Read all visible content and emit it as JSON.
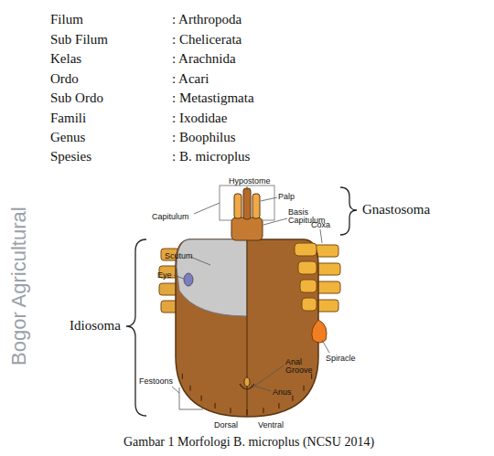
{
  "diagram": {
    "caption": "Gambar 1  Morfologi B. microplus (NCSU 2014)",
    "labels": [
      "Filum",
      "Sub Filum",
      "Kelas",
      "Ordo",
      "Sub Ordo",
      "Famili",
      "Genus",
      "Spesies",
      ": Arthropoda",
      ": Chelicerata",
      ": Arachnida",
      ": Acari",
      ": Metastigmata",
      ": Ixodidae",
      ": Boophilus",
      ": B. microplus",
      "Hypostome",
      "Palp",
      "Basis Capitulum",
      "Capitulum",
      "Coxa",
      "Scutum",
      "Eye",
      "Spiracle",
      "Festoons",
      "Dorsal",
      "Ventral",
      "Anal Groove",
      "Anus",
      "Gnastosoma",
      "Idiosoma",
      "Bogor Agricultural"
    ]
  }
}
